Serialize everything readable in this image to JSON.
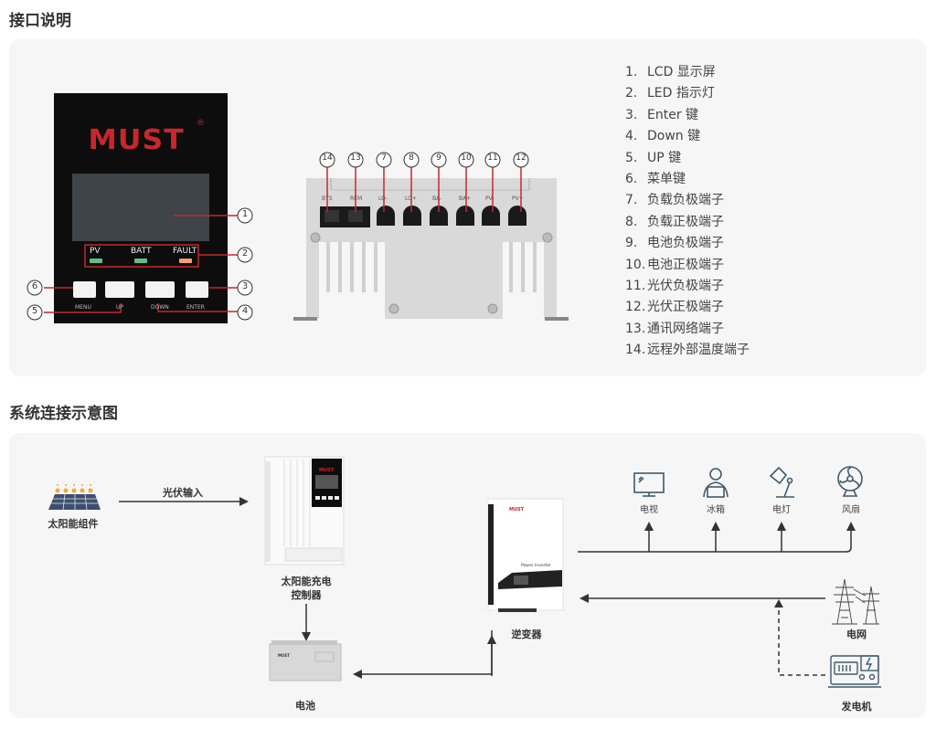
{
  "sections": {
    "interface": {
      "title": "接口说明"
    },
    "system": {
      "title": "系统连接示意图"
    }
  },
  "panel_front": {
    "brand": "MUST",
    "registered": "®",
    "leds": [
      {
        "label": "PV",
        "color": "#5fbf8a"
      },
      {
        "label": "BATT",
        "color": "#5fbf8a"
      },
      {
        "label": "FAULT",
        "color": "#f0a070"
      }
    ],
    "buttons": [
      "MENU",
      "UP",
      "DOWN",
      "ENTER"
    ],
    "callouts": [
      "1",
      "2",
      "3",
      "4",
      "5",
      "6"
    ]
  },
  "panel_bottom": {
    "ports": [
      {
        "label": "BTS",
        "callout": "14"
      },
      {
        "label": "REM",
        "callout": "13"
      },
      {
        "label": "LO-",
        "callout": "7"
      },
      {
        "label": "LO+",
        "callout": "8"
      },
      {
        "label": "BA-",
        "callout": "9"
      },
      {
        "label": "BA+",
        "callout": "10"
      },
      {
        "label": "PV-",
        "callout": "11"
      },
      {
        "label": "PV+",
        "callout": "12"
      }
    ]
  },
  "legend": [
    {
      "num": "1.",
      "text": "LCD 显示屏"
    },
    {
      "num": "2.",
      "text": "LED 指示灯"
    },
    {
      "num": "3.",
      "text": "Enter 键"
    },
    {
      "num": "4.",
      "text": "Down 键"
    },
    {
      "num": "5.",
      "text": "UP 键"
    },
    {
      "num": "6.",
      "text": "菜单键"
    },
    {
      "num": "7.",
      "text": "负载负极端子"
    },
    {
      "num": "8.",
      "text": "负载正极端子"
    },
    {
      "num": "9.",
      "text": "电池负极端子"
    },
    {
      "num": "10.",
      "text": "电池正极端子"
    },
    {
      "num": "11.",
      "text": "光伏负极端子"
    },
    {
      "num": "12.",
      "text": "光伏正极端子"
    },
    {
      "num": "13.",
      "text": "通讯网络端子"
    },
    {
      "num": "14.",
      "text": "远程外部温度端子"
    }
  ],
  "diagram": {
    "solar_panel": "太阳能组件",
    "pv_input": "光伏输入",
    "controller_line1": "太阳能充电",
    "controller_line2": "控制器",
    "battery": "电池",
    "inverter": "逆变器",
    "inverter_brand": "MUST",
    "inverter_model": "Power Inverter",
    "grid": "电网",
    "generator": "发电机",
    "loads": [
      "电视",
      "冰箱",
      "电灯",
      "风扇"
    ]
  },
  "colors": {
    "brand_red": "#c8262d",
    "callout_red": "#c8262d",
    "line": "#333333",
    "panel_bg": "#f6f6f6"
  }
}
